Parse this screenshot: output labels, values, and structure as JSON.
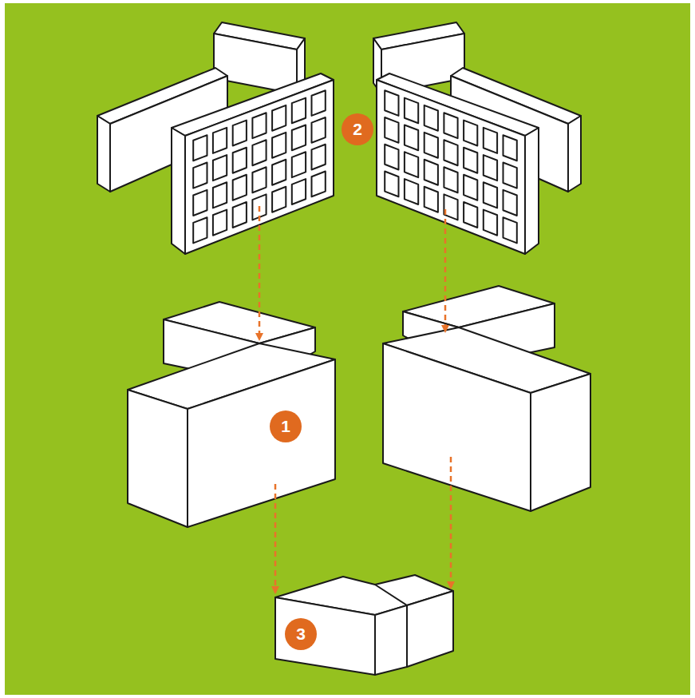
{
  "diagram": {
    "labels": [
      "2",
      "1",
      "3"
    ]
  }
}
